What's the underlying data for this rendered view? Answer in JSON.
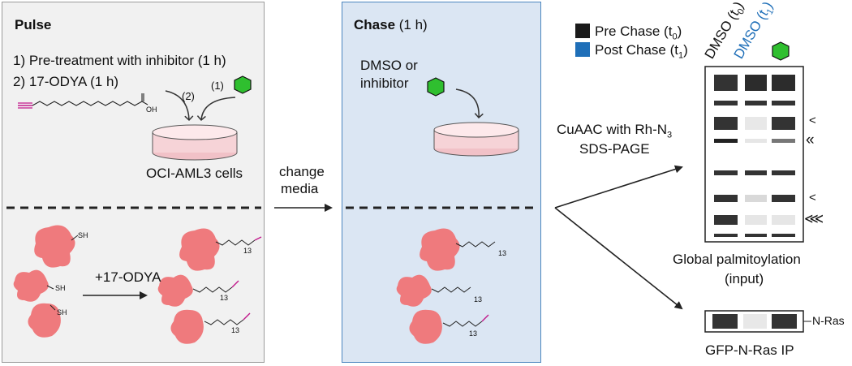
{
  "pulse": {
    "title": "Pulse",
    "step1": "1) Pre-treatment with inhibitor (1 h)",
    "step2": "2) 17-ODYA (1 h)",
    "arrow_label_2": "(2)",
    "arrow_label_1": "(1)",
    "cells_label": "OCI-AML3 cells",
    "reaction_label": "+17-ODYA",
    "sh": "SH",
    "sub13": "13",
    "oh": "OH"
  },
  "middle": {
    "change_label_1": "change",
    "change_label_2": "media"
  },
  "chase": {
    "title_bold": "Chase",
    "title_rest": " (1 h)",
    "line1": "DMSO or",
    "line2": "inhibitor"
  },
  "right": {
    "legend_pre": "Pre Chase (t",
    "legend_pre_sub": "0",
    "legend_post": "Post Chase (t",
    "legend_post_sub": "1",
    "close_paren": ")",
    "lane1_label": "DMSO (t",
    "lane2_label": "DMSO (t",
    "cuaac_1": "CuAAC with Rh-N",
    "cuaac_sub": "3",
    "cuaac_2": "SDS-PAGE",
    "global_1": "Global palmitoylation",
    "global_2": "(input)",
    "nras_label": "N-Ras",
    "ip_label": "GFP-N-Ras IP",
    "arrow_single": "<",
    "arrow_double": "«",
    "arrow_triple": "⋘"
  },
  "colors": {
    "pre_chase": "#1a1a1a",
    "post_chase": "#1f6fb8",
    "inhibitor_green": "#2fbf2f",
    "protein_pink": "#ef7a7d",
    "alkyne_magenta": "#c21a8c",
    "dish_pink": "#f6c7cc"
  }
}
